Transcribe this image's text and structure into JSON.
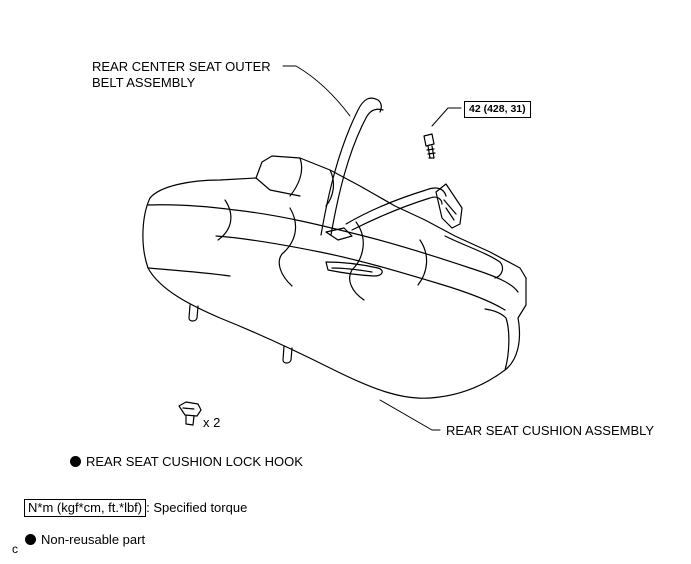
{
  "labels": {
    "belt_assembly_line1": "REAR CENTER SEAT OUTER",
    "belt_assembly_line2": "BELT ASSEMBLY",
    "torque_value": "42 (428, 31)",
    "cushion_assembly": "REAR SEAT CUSHION ASSEMBLY",
    "hook_quantity": "x 2",
    "lock_hook": "REAR SEAT CUSHION LOCK HOOK"
  },
  "legend": {
    "torque_units": "N*m (kgf*cm, ft.*lbf)",
    "torque_desc": ": Specified torque",
    "non_reusable": "Non-reusable part"
  },
  "corner_mark": "c"
}
